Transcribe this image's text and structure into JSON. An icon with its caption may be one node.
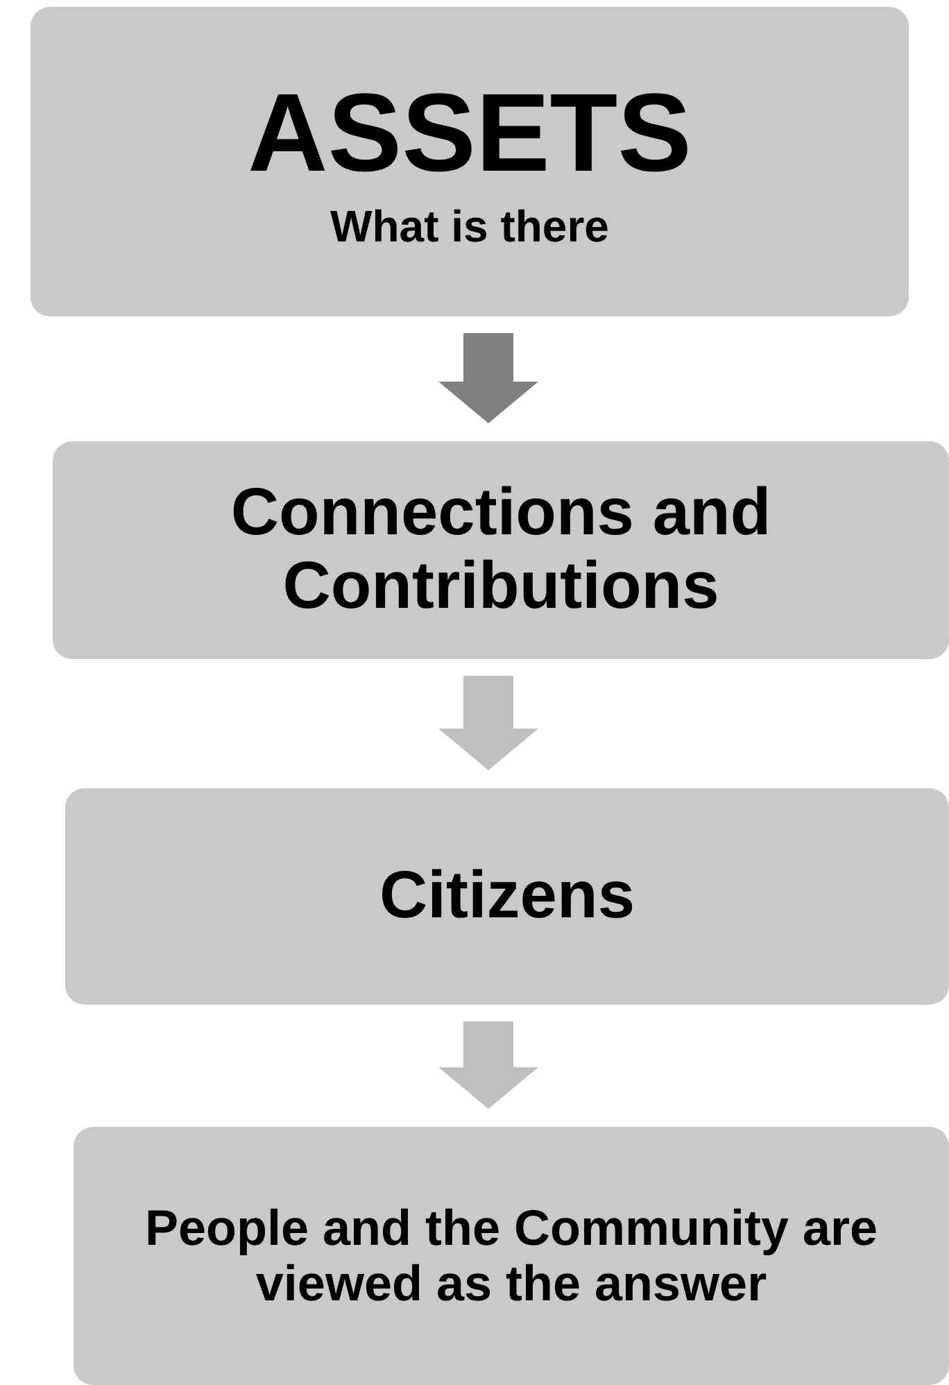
{
  "diagram": {
    "nodes": [
      {
        "text": [
          "ASSETS",
          "What is there"
        ]
      },
      {
        "text": [
          "Connections and Contributions"
        ]
      },
      {
        "text": [
          "Citizens"
        ]
      },
      {
        "text": [
          "People and the Community are viewed as the answer"
        ]
      }
    ],
    "edges": [
      {
        "from": 0,
        "to": 1,
        "arrow": "to",
        "color": "#7f7f7f"
      },
      {
        "from": 1,
        "to": 2,
        "arrow": "to"
      },
      {
        "from": 2,
        "to": 3,
        "arrow": "to"
      }
    ]
  }
}
